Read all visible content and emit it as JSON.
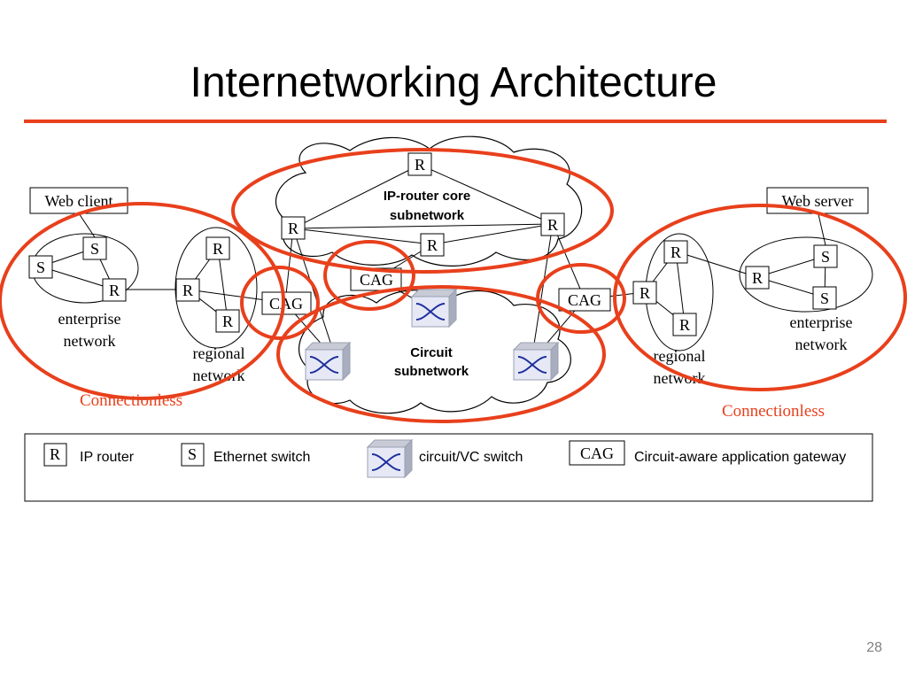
{
  "title": "Internetworking Architecture",
  "page_number": "28",
  "colors": {
    "accent": "#e8401c",
    "switch_blue": "#1f2f9e",
    "switch_face": "#e6e9f5"
  },
  "left": {
    "web_client": "Web client",
    "enterprise": {
      "line1": "enterprise",
      "line2": "network"
    },
    "regional": {
      "line1": "regional",
      "line2": "network"
    },
    "connectionless": "Connectionless"
  },
  "right": {
    "web_server": "Web server",
    "enterprise": {
      "line1": "enterprise",
      "line2": "network"
    },
    "regional": {
      "line1": "regional",
      "line2": "network"
    },
    "connectionless": "Connectionless"
  },
  "core": {
    "line1": "IP-router core",
    "line2": "subnetwork"
  },
  "circuit": {
    "line1": "Circuit",
    "line2": "subnetwork"
  },
  "nodes": {
    "router": "R",
    "switch": "S",
    "cag": "CAG"
  },
  "legend": {
    "router_symbol": "R",
    "router": "IP router",
    "switch_symbol": "S",
    "switch": "Ethernet switch",
    "vc_switch": "circuit/VC switch",
    "cag_symbol": "CAG",
    "cag": "Circuit-aware application gateway"
  }
}
